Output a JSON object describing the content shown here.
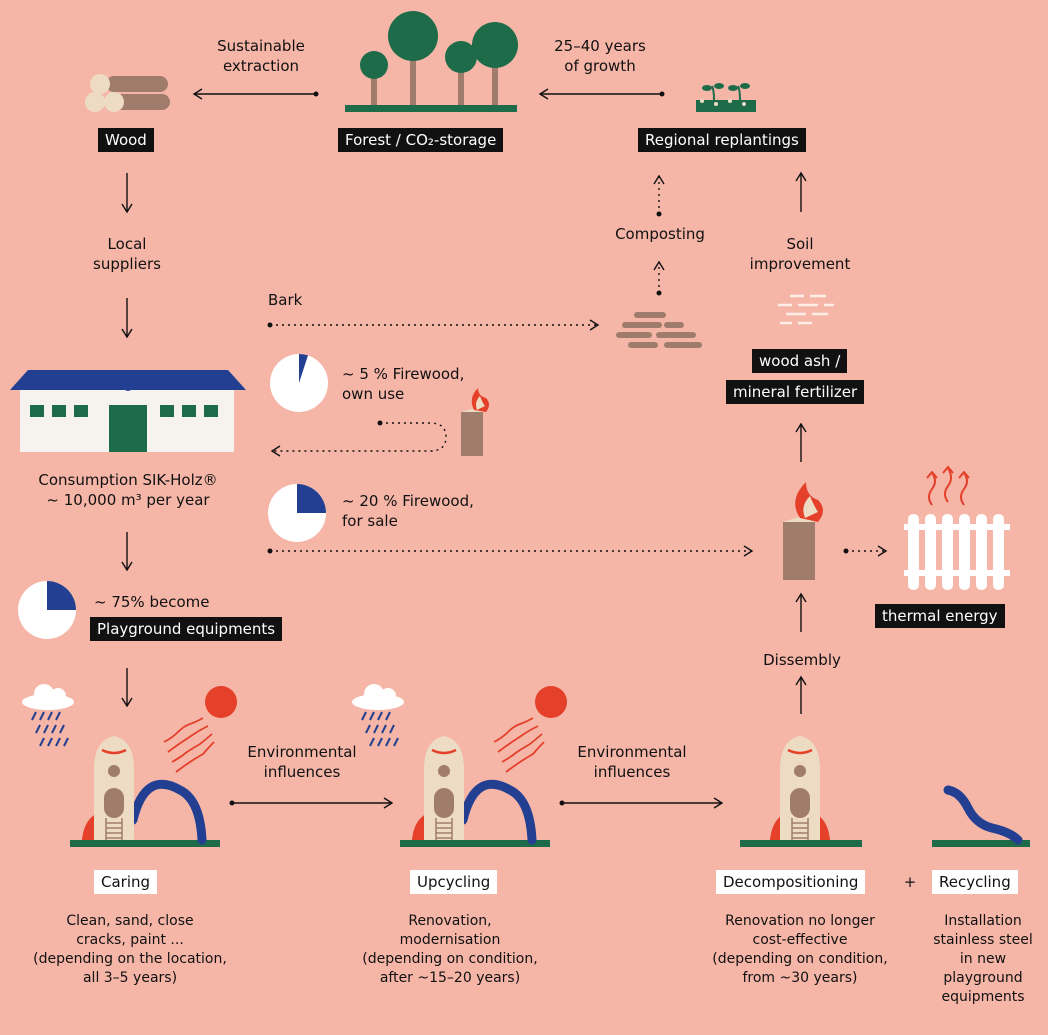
{
  "top": {
    "sustainable": [
      "Sustainable",
      "extraction"
    ],
    "growth": [
      "25–40 years",
      "of growth"
    ],
    "wood": "Wood",
    "forest": "Forest / CO₂-storage",
    "replantings": "Regional replantings"
  },
  "left": {
    "local_suppliers": [
      "Local",
      "suppliers"
    ],
    "consumption": [
      "Consumption SIK-Holz®",
      "~ 10,000 m³ per year"
    ],
    "become": "~ 75% become",
    "playground": "Playground equipments"
  },
  "middle": {
    "bark": "Bark",
    "firewood_own": [
      "~ 5 % Firewood,",
      "own use"
    ],
    "firewood_sale": [
      "~ 20 % Firewood,",
      "for sale"
    ],
    "composting": "Composting",
    "soil": [
      "Soil",
      "improvement"
    ],
    "ash": [
      "wood ash /",
      "mineral fertilizer"
    ],
    "thermal": "thermal energy",
    "dissembly": "Dissembly"
  },
  "bottom": {
    "env1": [
      "Environmental",
      "influences"
    ],
    "env2": [
      "Environmental",
      "influences"
    ],
    "caring": "Caring",
    "upcycling": "Upcycling",
    "decompositioning": "Decompositioning",
    "plus": "+",
    "recycling": "Recycling",
    "caring_desc": [
      "Clean, sand, close",
      "cracks, paint ...",
      "(depending on the location,",
      "all 3–5 years)"
    ],
    "upcycling_desc": [
      "Renovation,",
      "modernisation",
      "(depending on condition,",
      "after ~15–20 years)"
    ],
    "decomp_desc": [
      "Renovation no longer",
      "cost-effective",
      "(depending on condition,",
      "from ~30 years)"
    ],
    "recycling_desc": [
      "Installation",
      "stainless steel",
      "in new",
      "playground",
      "equipments"
    ]
  },
  "shares": {
    "firewood_own_pct": 5,
    "firewood_sale_pct": 20,
    "playground_pct": 75
  },
  "colors": {
    "background": "#f5b6a8",
    "forest_green": "#1e6b4a",
    "pie_blue": "#233f92",
    "red": "#e4402a",
    "wood_brown": "#a07c6c",
    "cream": "#eddcc3"
  }
}
